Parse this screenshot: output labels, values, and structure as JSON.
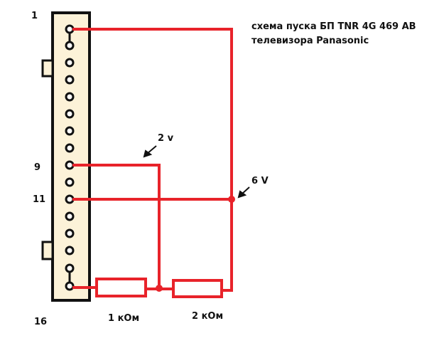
{
  "title": {
    "line1": "схема пуска БП TNR 4G 469 AB",
    "line2": "телевизора Panasonic"
  },
  "pins": {
    "first": "1",
    "pin9": "9",
    "pin11": "11",
    "last": "16"
  },
  "voltages": {
    "v2": "2 v",
    "v6": "6 V"
  },
  "resistors": {
    "r1": "1 кОм",
    "r2": "2 кОм"
  },
  "colors": {
    "wire": "#e8232a",
    "connector_fill": "#fcf2d8",
    "outline": "#111111"
  }
}
